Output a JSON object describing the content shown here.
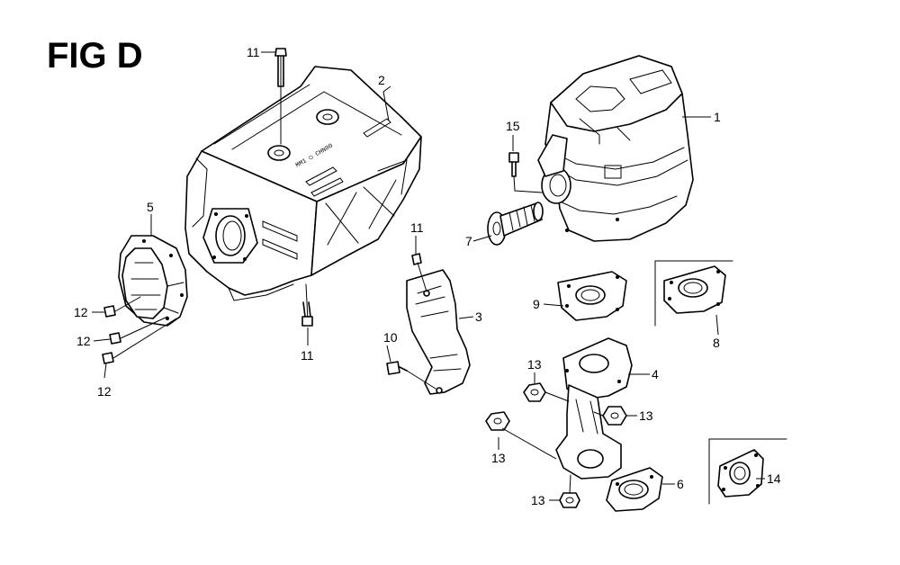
{
  "figure": {
    "title": "FIG D"
  },
  "callouts": {
    "c1": "1",
    "c2": "2",
    "c3": "3",
    "c4": "4",
    "c5": "5",
    "c6": "6",
    "c7": "7",
    "c8": "8",
    "c9": "9",
    "c10": "10",
    "c11a": "11",
    "c11b": "11",
    "c11c": "11",
    "c12a": "12",
    "c12b": "12",
    "c12c": "12",
    "c13a": "13",
    "c13b": "13",
    "c13c": "13",
    "c13d": "13",
    "c14": "14",
    "c15": "15"
  },
  "part_stamp": "MM1 ◯ CHN00"
}
